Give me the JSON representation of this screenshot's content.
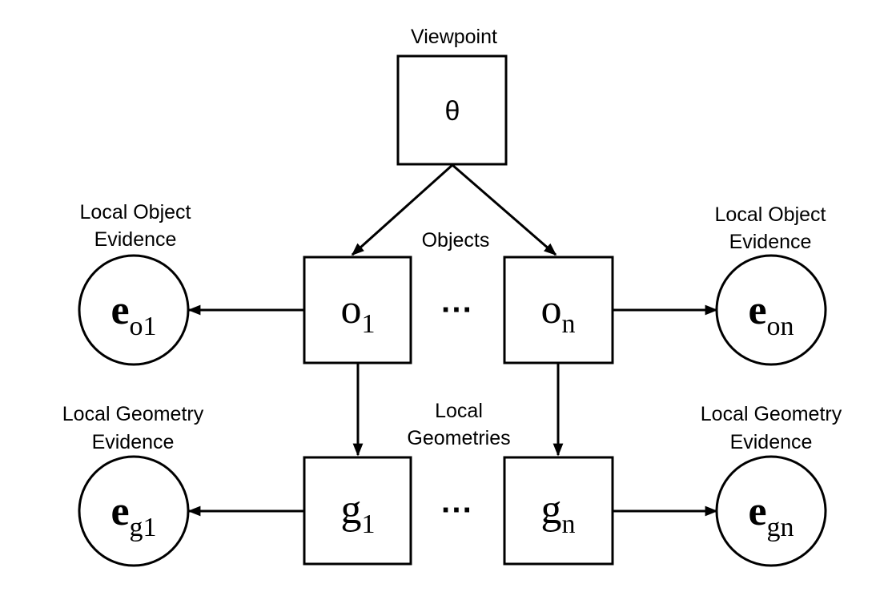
{
  "labels": {
    "viewpoint": "Viewpoint",
    "objects": "Objects",
    "local_geometries_line1": "Local",
    "local_geometries_line2": "Geometries",
    "object_evidence_line1": "Local Object",
    "object_evidence_line2": "Evidence",
    "geometry_evidence_line1": "Local Geometry",
    "geometry_evidence_line2": "Evidence"
  },
  "nodes": {
    "theta": {
      "symbol": "θ"
    },
    "o1": {
      "base": "o",
      "sub": "1"
    },
    "on": {
      "base": "o",
      "sub": "n"
    },
    "g1": {
      "base": "g",
      "sub": "1"
    },
    "gn": {
      "base": "g",
      "sub": "n"
    },
    "eo1": {
      "base": "e",
      "sub": "o1"
    },
    "eon": {
      "base": "e",
      "sub": "on"
    },
    "eg1": {
      "base": "e",
      "sub": "g1"
    },
    "egn": {
      "base": "e",
      "sub": "gn"
    }
  },
  "ellipsis": "···"
}
